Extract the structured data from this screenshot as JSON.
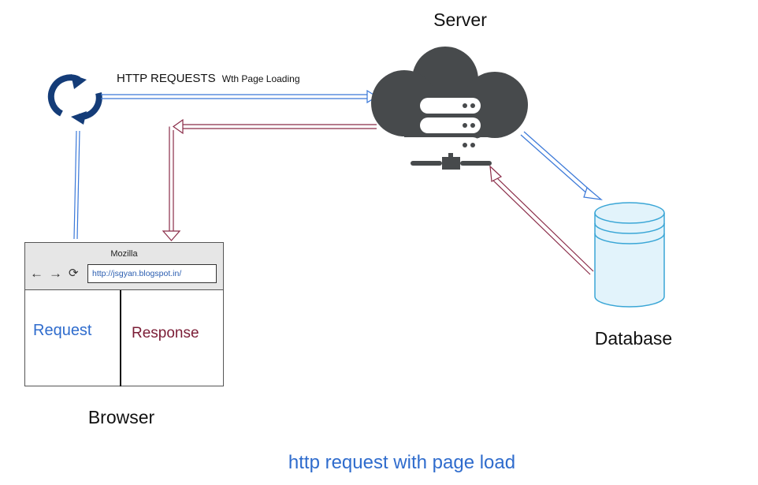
{
  "labels": {
    "server": "Server",
    "database": "Database",
    "browser": "Browser",
    "http_requests": "HTTP REQUESTS",
    "with_page_loading": "Wth Page Loading",
    "caption": "http request with page load"
  },
  "browser_window": {
    "title": "Mozilla",
    "url": "http://jsgyan.blogspot.in/",
    "request_label": "Request",
    "response_label": "Response"
  },
  "icons": {
    "refresh": "refresh-cycle-icon",
    "server": "cloud-server-icon",
    "database": "database-cylinder-icon",
    "back": "←",
    "forward": "→",
    "reload": "⟳"
  },
  "colors": {
    "request_arrow": "#3a78d8",
    "response_arrow": "#8a2c48",
    "refresh_icon": "#143c78",
    "cloud": "#474a4c",
    "database_fill": "#e2f3fb",
    "database_stroke": "#3aa6d6",
    "caption": "#2f6ccd"
  }
}
